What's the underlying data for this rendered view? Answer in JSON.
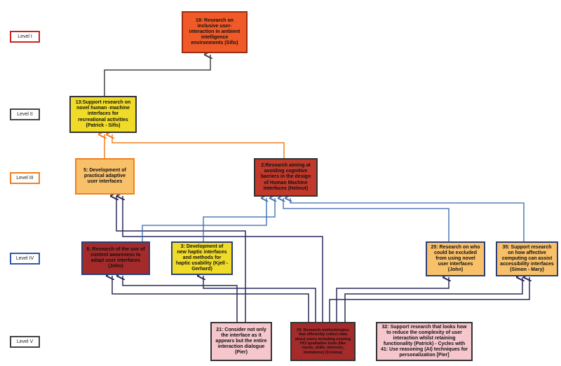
{
  "levels": [
    {
      "label": "Level I",
      "color": "#cc2222"
    },
    {
      "label": "Level II",
      "color": "#444444"
    },
    {
      "label": "Level III",
      "color": "#f08020"
    },
    {
      "label": "Level IV",
      "color": "#3355aa"
    },
    {
      "label": "Level V",
      "color": "#444444"
    }
  ],
  "nodes": {
    "n19": {
      "text": "19: Research on inclusive user-interaction in ambient intelligence environments (Sifis)",
      "fill": "#f05a28",
      "border": "#a02a10"
    },
    "n13": {
      "text": "13:Support research on novel human -machine interfaces for recreational activities (Patrick - Sifis)",
      "fill": "#f0dc28",
      "border": "#333333"
    },
    "n5": {
      "text": "5: Development of practical adaptive user interfaces",
      "fill": "#f9c06a",
      "border": "#f08020"
    },
    "n2": {
      "text": "2:Research aiming at avoiding cognitive barriers in the design of Human Machine Interfaces (Helmut)",
      "fill": "#c0392b",
      "border": "#333333"
    },
    "n6": {
      "text": "6: Research of the use of context awareness to adapt user interfaces (John)",
      "fill": "#a52a2a",
      "border": "#2a3f7a"
    },
    "n3": {
      "text": "3: Development of new haptic interfaces and methods for haptic usability (Kjell - Gerhard)",
      "fill": "#f0dc28",
      "border": "#2a3f7a"
    },
    "n25": {
      "text": "25: Research on who could be excluded from using novel user interfaces (John)",
      "fill": "#f9c06a",
      "border": "#2a3f7a"
    },
    "n35": {
      "text": "35: Support research on how affective computing can assist accessibility interfaces (Simon - Mary)",
      "fill": "#f9c06a",
      "border": "#2a3f7a"
    },
    "n21": {
      "text": "21: Consider not only the interface as it appears but the entire interaction dialogue (Pier)",
      "fill": "#f5c6cc",
      "border": "#333333"
    },
    "n29": {
      "text": "29: Research methodologies that efficiently collect data about users including existing HCI qualitative tools (like needs, skills, interests, limitations) (Cristina)",
      "fill": "#a52a2a",
      "border": "#333333"
    },
    "n32": {
      "text": "32: Support research that looks how to reduce the complexity of user interaction whilst retaining functionality (Patrick) - Cycles with 41: Use reasoning (AI) techniques for personalization [Pier]",
      "fill": "#f5c6cc",
      "border": "#333333"
    }
  },
  "link_colors": {
    "dark": "#2a2a5a",
    "orange": "#f08020",
    "blue": "#3366aa",
    "gray": "#444444"
  }
}
